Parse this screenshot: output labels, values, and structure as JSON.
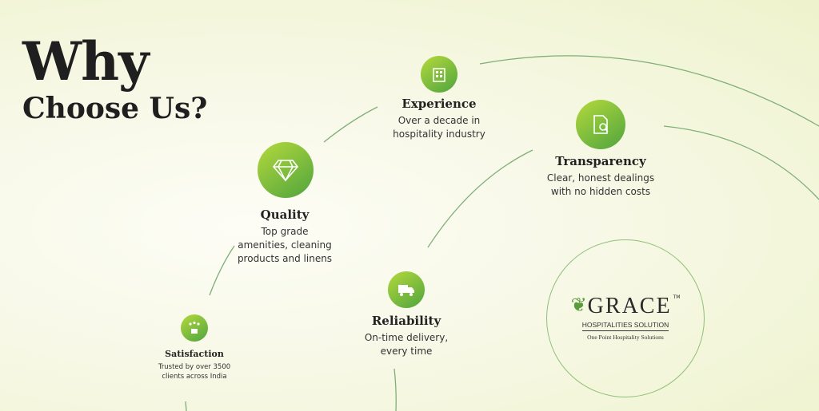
{
  "heading": {
    "line1": "Why",
    "line2": "Choose Us?"
  },
  "features": [
    {
      "icon": "building-icon",
      "title": "Experience",
      "desc": "Over a decade in hospitality industry"
    },
    {
      "icon": "document-search-icon",
      "title": "Transparency",
      "desc": "Clear, honest dealings with no hidden costs"
    },
    {
      "icon": "diamond-icon",
      "title": "Quality",
      "desc": "Top grade amenities, cleaning products and linens"
    },
    {
      "icon": "delivery-truck-icon",
      "title": "Reliability",
      "desc": "On-time delivery, every time"
    },
    {
      "icon": "thumbs-up-stars-icon",
      "title": "Satisfaction",
      "desc": "Trusted by over 3500 clients across India"
    }
  ],
  "logo": {
    "name": "GRACE",
    "tm": "TM",
    "line1": "HOSPITALITIES SOLUTION",
    "line2": "One Point Hospitality Solutions"
  },
  "colors": {
    "accent": "#6db33f",
    "line": "#7fb07a"
  }
}
